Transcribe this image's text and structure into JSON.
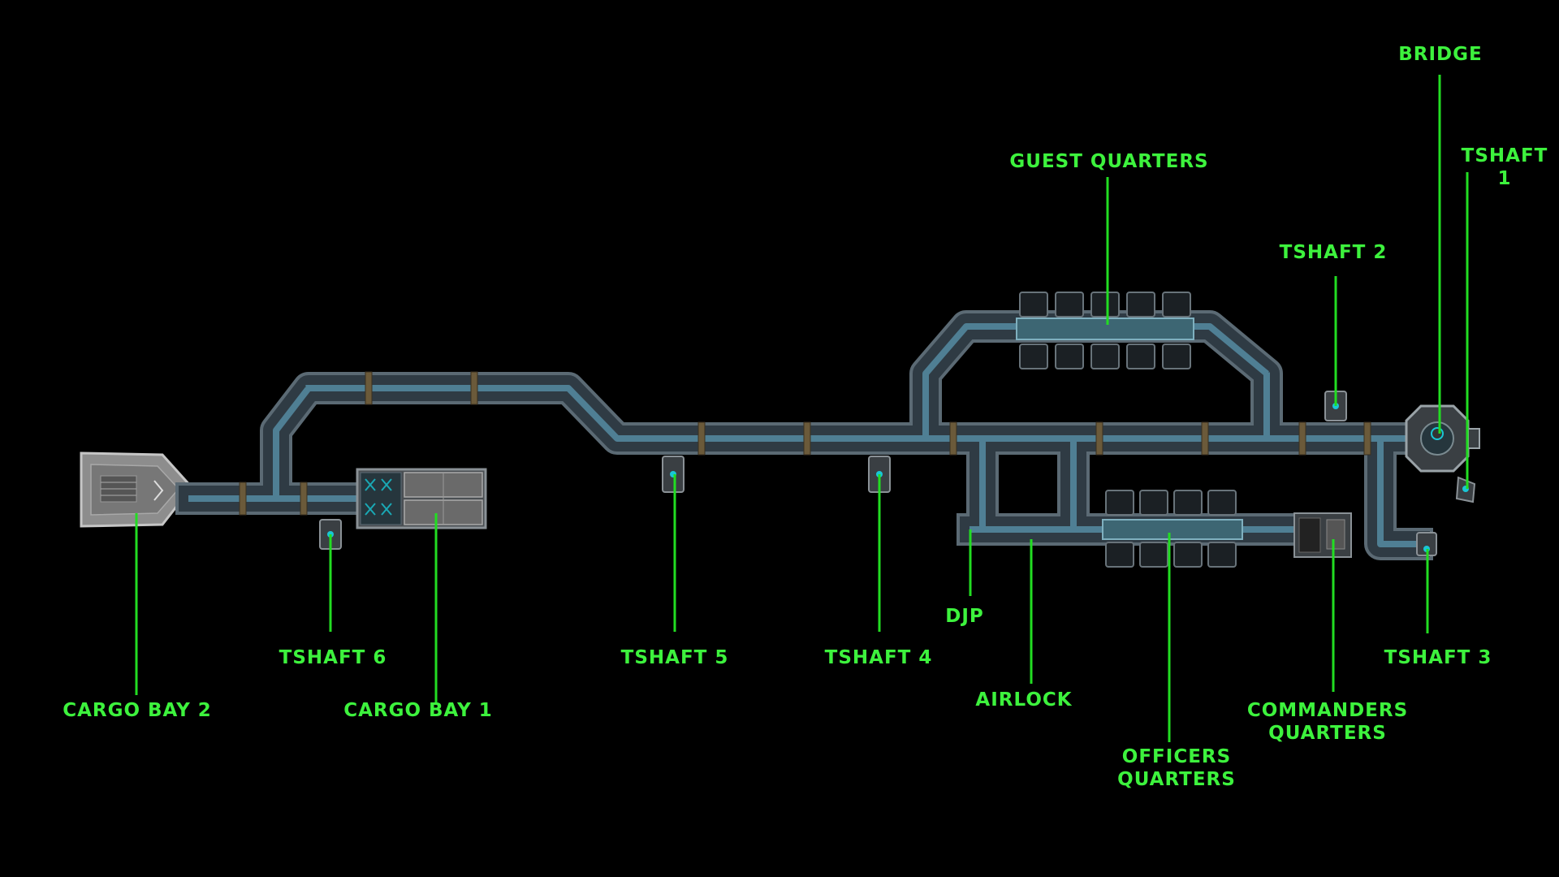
{
  "colors": {
    "background": "#000000",
    "label": "#3df23d",
    "leader_line": "#22dd22",
    "corridor_fill": "#2f3b44",
    "corridor_edge": "#5b6a74",
    "corridor_window": "#4f7f94",
    "room_fill": "#1b2024",
    "room_edge": "#68737a",
    "joint": "#6b5a3a",
    "turbolift_light": "#19c6d6",
    "cargo_fill": "#9a9a9a"
  },
  "labels": {
    "cargo_bay_2": "CARGO BAY 2",
    "tshaft_6": "TSHAFT 6",
    "cargo_bay_1": "CARGO BAY 1",
    "tshaft_5": "TSHAFT 5",
    "tshaft_4": "TSHAFT 4",
    "djp": "DJP",
    "airlock": "AIRLOCK",
    "officers_quarters": "OFFICERS\nQUARTERS",
    "commanders_quarters": "COMMANDERS\nQUARTERS",
    "tshaft_3": "TSHAFT 3",
    "guest_quarters": "GUEST QUARTERS",
    "tshaft_2": "TSHAFT 2",
    "bridge": "BRIDGE",
    "tshaft_1": "TSHAFT\n1"
  }
}
